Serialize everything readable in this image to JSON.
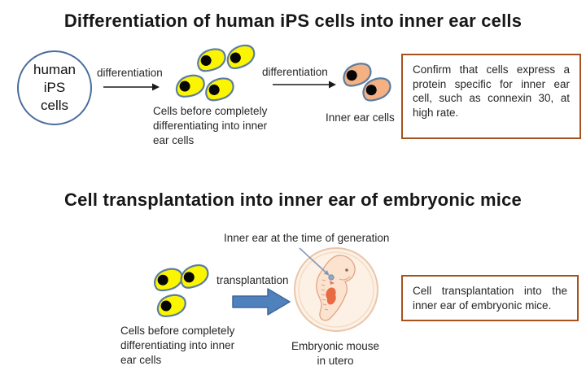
{
  "section1": {
    "title": "Differentiation of human iPS cells into inner ear cells",
    "ips_circle": {
      "lines": [
        "human",
        "iPS",
        "cells"
      ]
    },
    "arrow1_label": "differentiation",
    "arrow2_label": "differentiation",
    "precursor_label_lines": [
      "Cells before completely",
      "differentiating into inner",
      "ear cells"
    ],
    "inner_ear_cells_label": "Inner ear cells",
    "note": "Confirm that cells express a protein specific for inner ear cell, such as connexin 30, at high rate."
  },
  "section2": {
    "title": "Cell transplantation into inner ear of embryonic mice",
    "pointer_label": "Inner ear at the time of generation",
    "transplantation_label": "transplantation",
    "precursor_label_lines": [
      "Cells before completely",
      "differentiating into inner",
      "ear cells"
    ],
    "embryo_caption_lines": [
      "Embryonic mouse",
      "in utero"
    ],
    "note": "Cell transplantation into the inner ear of embryonic mice."
  },
  "colors": {
    "cell_yellow": "#fcf500",
    "cell_orange": "#f4b183",
    "cell_outline": "#5b7da0",
    "ips_circle_outline": "#4a6d9b",
    "note_border": "#a5521e",
    "transplant_arrow_blue": "#4f81bd",
    "thin_arrow_black": "#1a1a1a",
    "embryo_disc_fill": "#fdf0e5",
    "embryo_disc_ring": "#e9c6a9",
    "embryo_body_fill": "#fbe3d0",
    "embryo_heart_red": "#e4562c",
    "pointer_arrow_blue_gray": "#8498b6",
    "title_text": "#171717",
    "label_text": "#262626"
  }
}
